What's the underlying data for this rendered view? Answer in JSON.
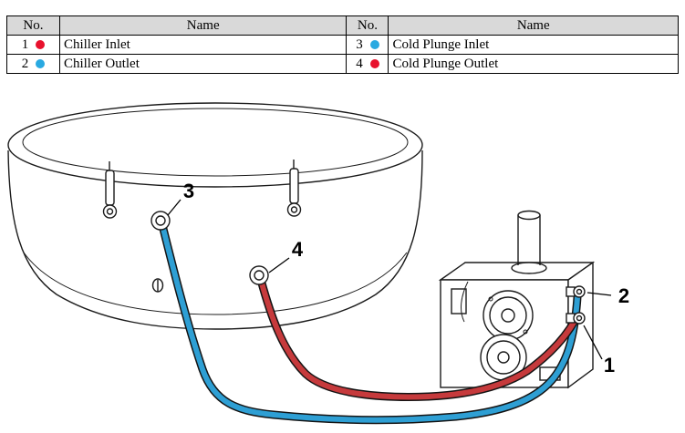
{
  "legend_table": {
    "header_bg": "#d9d9d9",
    "headers": [
      "No.",
      "Name",
      "No.",
      "Name"
    ],
    "rows": [
      {
        "left_no": "1",
        "left_dot_color": "#e8112d",
        "left_name": "Chiller Inlet",
        "right_no": "3",
        "right_dot_color": "#29a9e1",
        "right_name": "Cold Plunge Inlet"
      },
      {
        "left_no": "2",
        "left_dot_color": "#29a9e1",
        "left_name": "Chiller Outlet",
        "right_no": "4",
        "right_dot_color": "#e8112d",
        "right_name": "Cold Plunge Outlet"
      }
    ]
  },
  "diagram": {
    "labels": {
      "chiller_inlet": "1",
      "chiller_outlet": "2",
      "cold_plunge_inlet": "3",
      "cold_plunge_outlet": "4"
    },
    "hose_hot_color": "#c63a3c",
    "hose_cold_color": "#2e9fd4"
  }
}
